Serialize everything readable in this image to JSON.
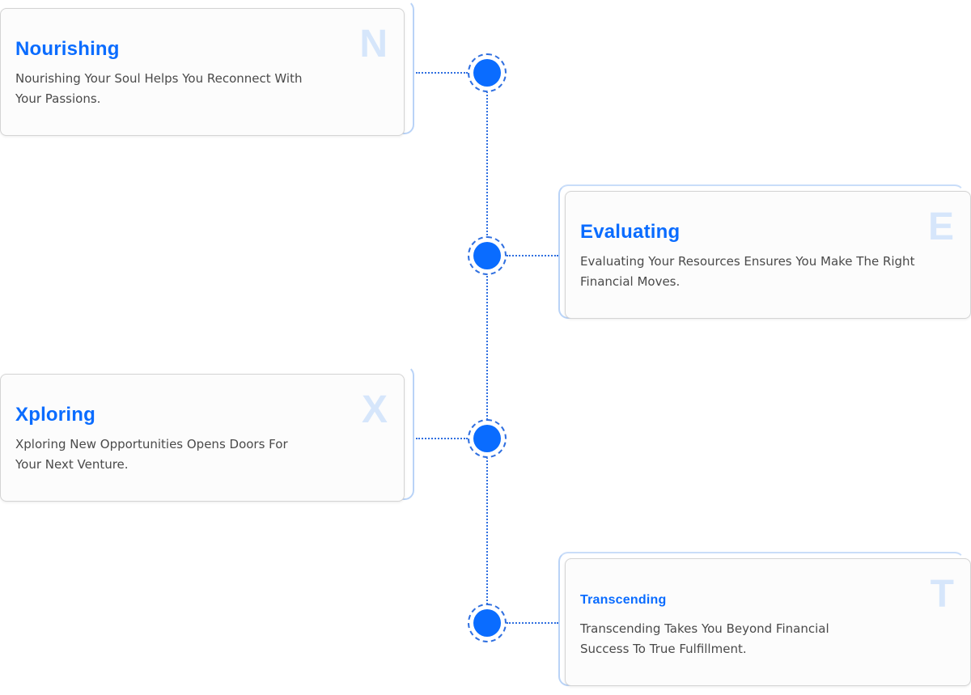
{
  "colors": {
    "accent": "#0a6cff",
    "line": "#2f6fe0",
    "letter": "#d6e6fb",
    "frame": "#b9d3f7",
    "text": "#4a4a4a"
  },
  "steps": [
    {
      "letter": "N",
      "title": "Nourishing",
      "description": "Nourishing Your Soul Helps You Reconnect With Your Passions."
    },
    {
      "letter": "E",
      "title": "Evaluating",
      "description": "Evaluating Your Resources Ensures You Make The Right Financial Moves."
    },
    {
      "letter": "X",
      "title": "Xploring",
      "description": "Xploring New Opportunities Opens Doors For Your Next Venture."
    },
    {
      "letter": "T",
      "title": "Transcending",
      "description": "Transcending Takes You Beyond Financial Success To True Fulfillment."
    }
  ]
}
